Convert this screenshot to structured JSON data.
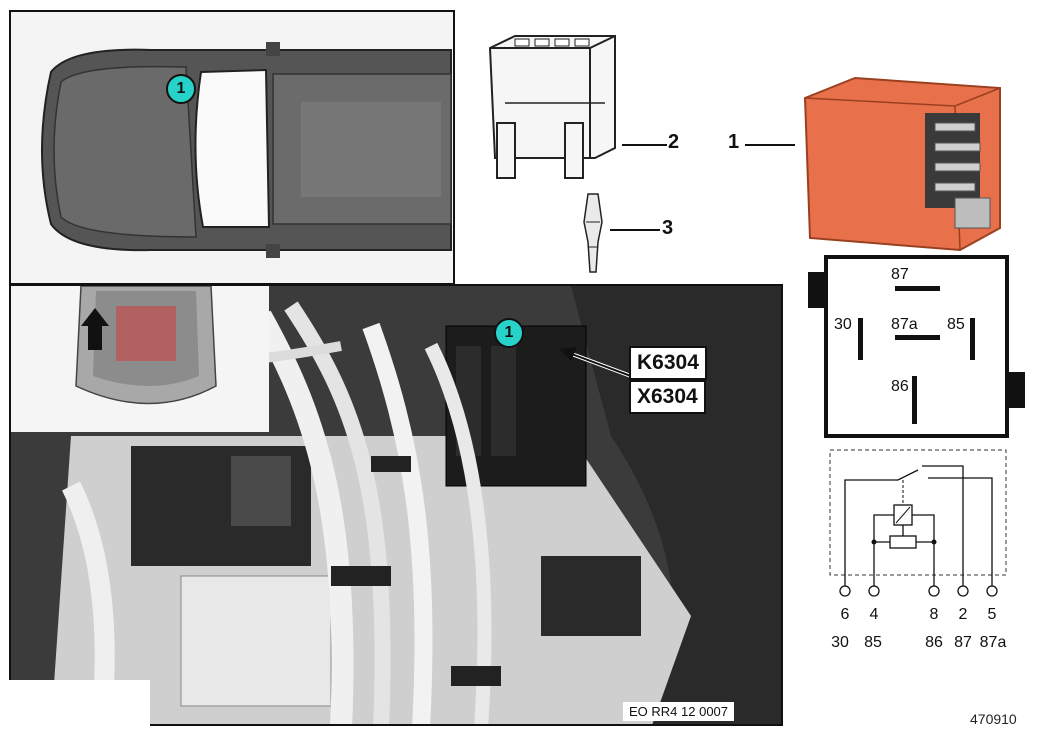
{
  "callouts": {
    "relay": "1",
    "socket": "2",
    "terminal": "3"
  },
  "markers": {
    "car_top": "1",
    "engine_bay": "1"
  },
  "component_labels": {
    "relay": "K6304",
    "socket": "X6304"
  },
  "relay_face_pins": {
    "p87": "87",
    "p30": "30",
    "p87a": "87a",
    "p85": "85",
    "p86": "86"
  },
  "schematic_pins": [
    {
      "num": "6",
      "term": "30"
    },
    {
      "num": "4",
      "term": "85"
    },
    {
      "num": "8",
      "term": "86"
    },
    {
      "num": "2",
      "term": "87"
    },
    {
      "num": "5",
      "term": "87a"
    }
  ],
  "footer_code": "EO RR4 12 0007",
  "document_id": "470910",
  "colors": {
    "relay_body": "#e8704a",
    "marker": "#27d3c8"
  }
}
